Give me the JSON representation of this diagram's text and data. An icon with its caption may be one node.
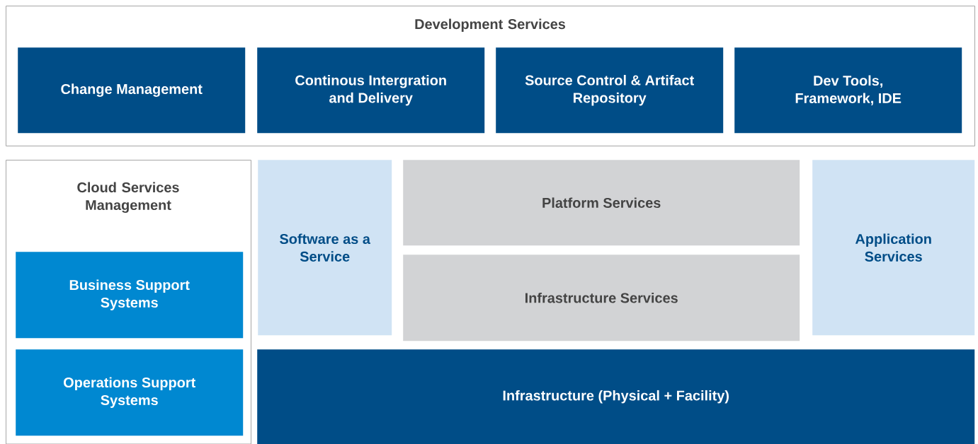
{
  "diagram": {
    "nodes": [
      {
        "text": [
          "Development Services"
        ]
      },
      {
        "text": [
          "Change Management"
        ],
        "in": 0
      },
      {
        "text": [
          "Continous Intergration and Delivery"
        ],
        "in": 0
      },
      {
        "text": [
          "Source Control & Artifact Repository"
        ],
        "in": 0
      },
      {
        "text": [
          "Dev Tools, Framework, IDE"
        ],
        "in": 0
      },
      {
        "text": [
          "Cloud Services Management"
        ]
      },
      {
        "text": [
          "Business Support Systems"
        ],
        "in": 5
      },
      {
        "text": [
          "Operations Support Systems"
        ],
        "in": 5
      },
      {
        "text": [
          "Software as a Service"
        ]
      },
      {
        "text": [
          "Platform Services"
        ]
      },
      {
        "text": [
          "Infrastructure Services"
        ]
      },
      {
        "text": [
          "Application Services"
        ]
      },
      {
        "text": [
          "Infrastructure (Physical + Facility)"
        ]
      }
    ]
  }
}
